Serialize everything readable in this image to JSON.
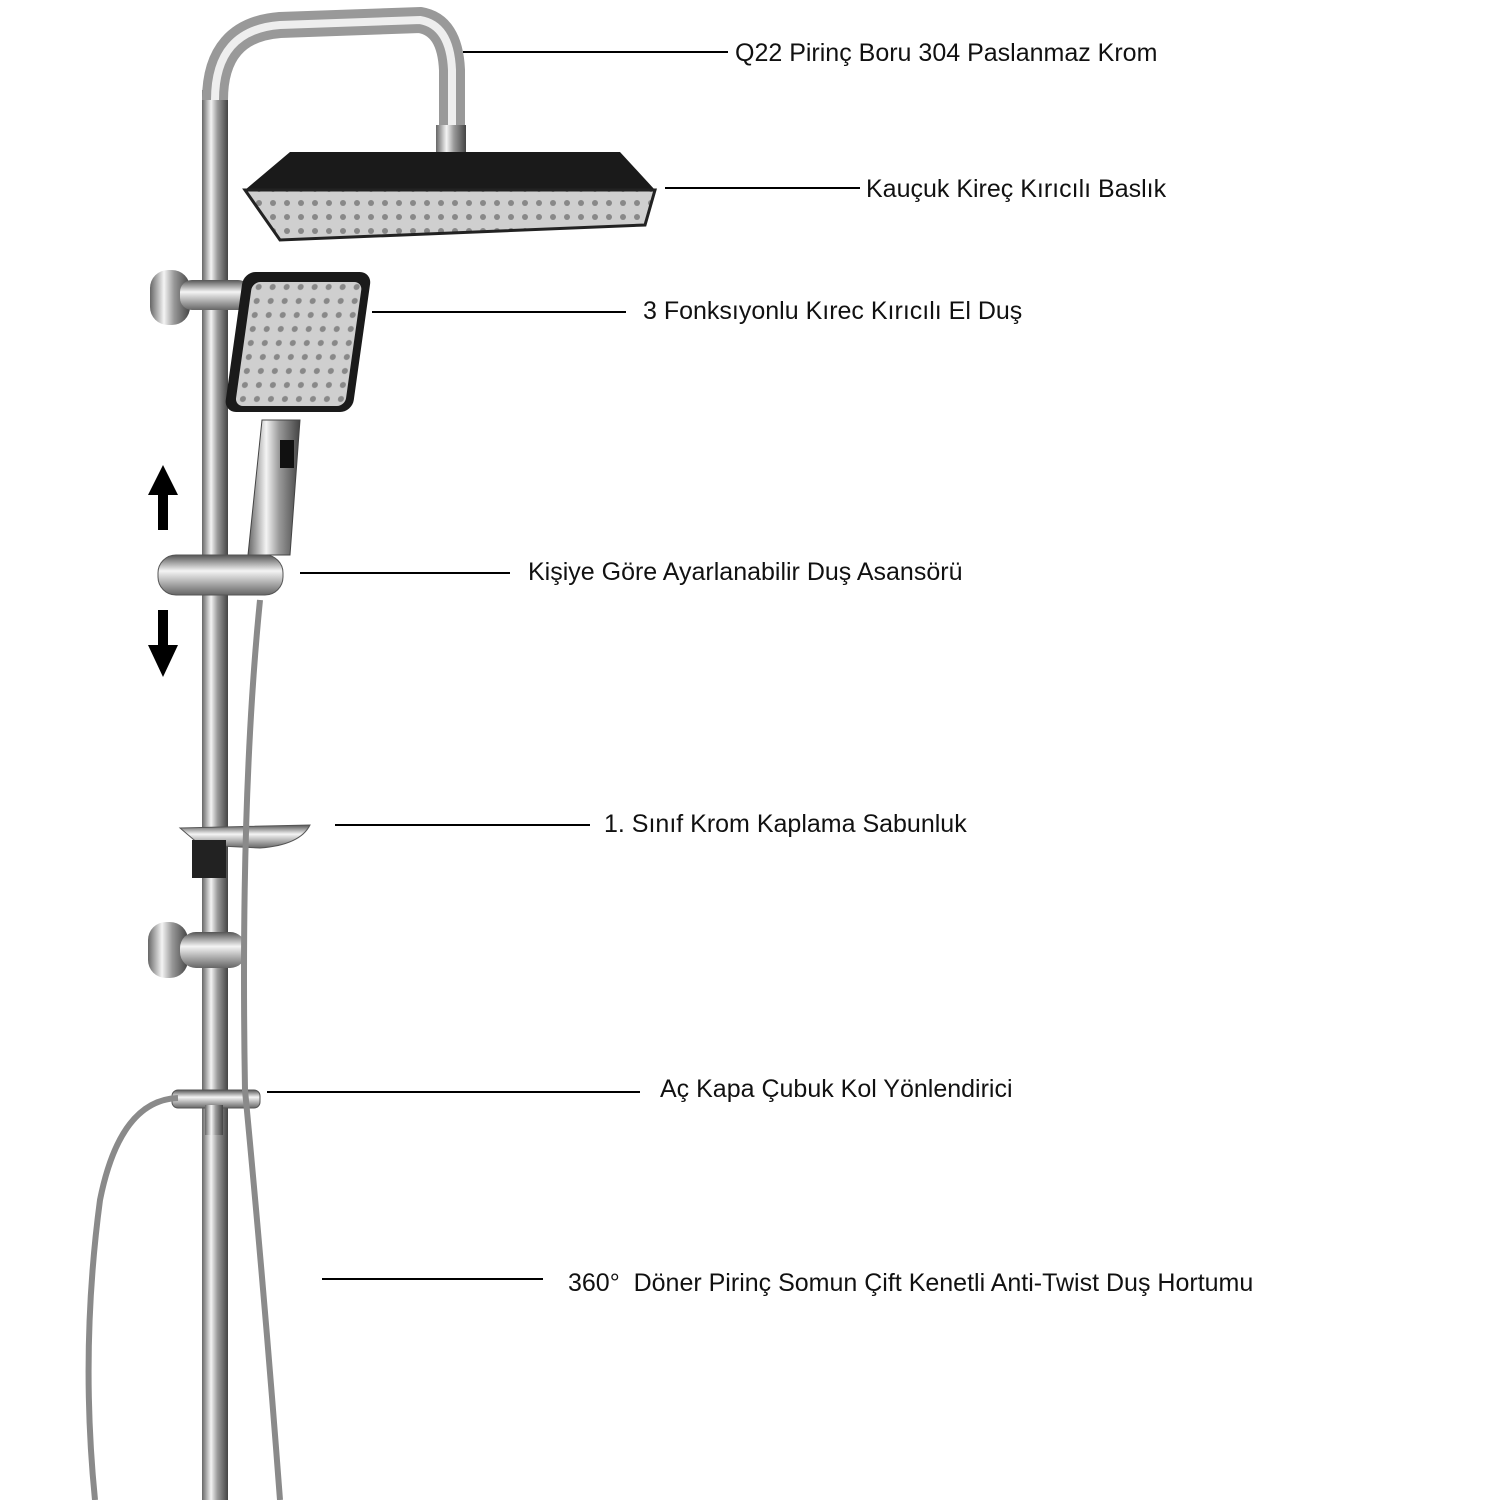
{
  "labels": {
    "pipe": "Q22 Pirinç Boru 304 Paslanmaz Krom",
    "head": "Kauçuk Kireç Kırıcılı Baslık",
    "hand_shower": "3 Fonksıyonlu Kırec Kırıcılı El Duş",
    "lift": "Kişiye Göre Ayarlanabilir Duş Asansörü",
    "soap_dish": "1. Sınıf Krom Kaplama Sabunluk",
    "diverter": "Aç Kapa Çubuk Kol Yönlendirici",
    "hose": "360°  Döner Pirinç Somun Çift Kenetli Anti-Twist Duş Hortumu"
  },
  "colors": {
    "chrome_dark": "#555555",
    "chrome_light": "#e8e8e8",
    "black": "#111111"
  }
}
